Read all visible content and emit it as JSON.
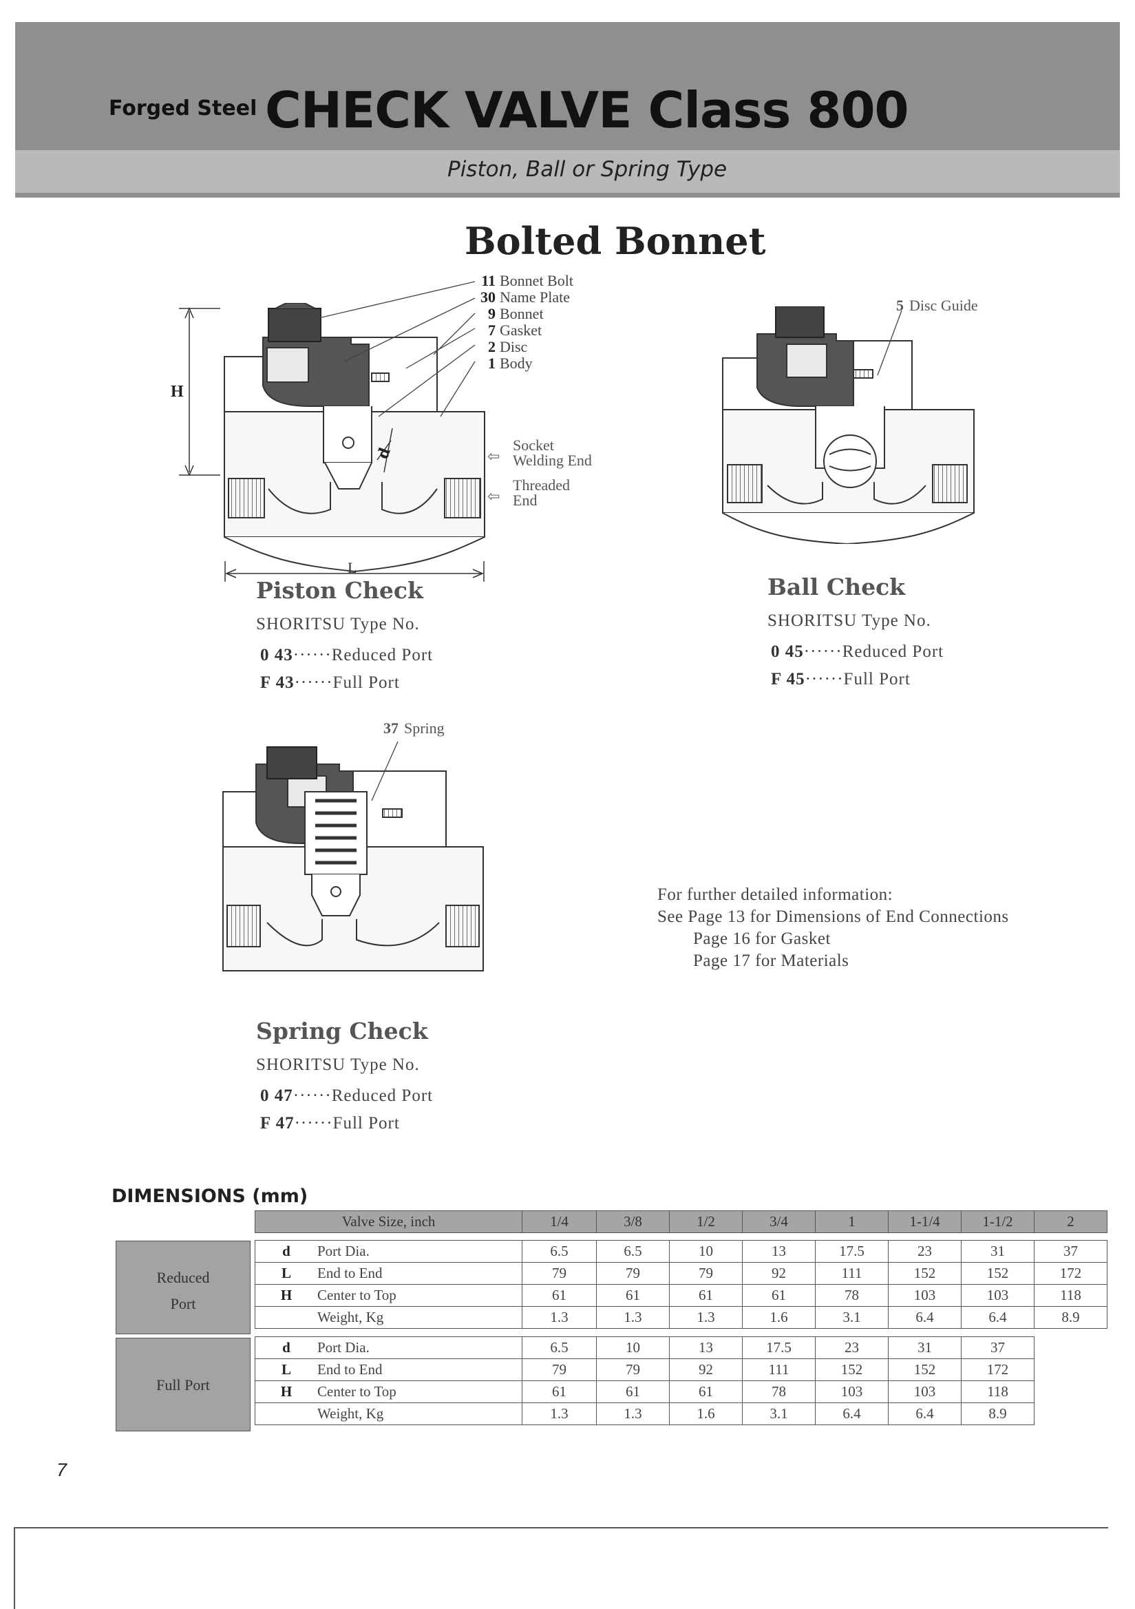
{
  "header": {
    "prefix": "Forged Steel",
    "title": "CHECK VALVE Class 800",
    "subtitle": "Piston, Ball or Spring Type"
  },
  "section_title": "Bolted Bonnet",
  "piston_callouts": [
    {
      "no": "11",
      "part": "Bonnet Bolt"
    },
    {
      "no": "30",
      "part": "Name Plate"
    },
    {
      "no": "9",
      "part": "Bonnet"
    },
    {
      "no": "7",
      "part": "Gasket"
    },
    {
      "no": "2",
      "part": "Disc"
    },
    {
      "no": "1",
      "part": "Body"
    }
  ],
  "end_labels": {
    "socket_line1": "Socket",
    "socket_line2": "Welding End",
    "threaded_line1": "Threaded",
    "threaded_line2": "End"
  },
  "dim_symbols": {
    "height": "H",
    "length": "L",
    "port": "d"
  },
  "ball_callout": {
    "no": "5",
    "part": "Disc Guide"
  },
  "spring_callout": {
    "no": "37",
    "part": "Spring"
  },
  "products": {
    "piston": {
      "title": "Piston Check",
      "type_label": "SHORITSU Type No.",
      "reduced_code": "0 43",
      "reduced_text": "······Reduced Port",
      "full_code": "F 43",
      "full_text": "······Full Port"
    },
    "ball": {
      "title": "Ball Check",
      "type_label": "SHORITSU Type No.",
      "reduced_code": "0 45",
      "reduced_text": "······Reduced Port",
      "full_code": "F 45",
      "full_text": "······Full Port"
    },
    "spring": {
      "title": "Spring Check",
      "type_label": "SHORITSU Type No.",
      "reduced_code": "0 47",
      "reduced_text": "······Reduced Port",
      "full_code": "F 47",
      "full_text": "······Full Port"
    }
  },
  "further_info": {
    "line1": "For further detailed information:",
    "line2": "See Page 13 for Dimensions of End Connections",
    "line3": "Page 16 for Gasket",
    "line4": "Page 17 for Materials"
  },
  "dimensions": {
    "title": "DIMENSIONS (mm)",
    "header_label": "Valve Size, inch",
    "sizes": [
      "1/4",
      "3/8",
      "1/2",
      "3/4",
      "1",
      "1-1/4",
      "1-1/2",
      "2"
    ],
    "rows": [
      {
        "symbol": "d",
        "name": "Port Dia."
      },
      {
        "symbol": "L",
        "name": "End to End"
      },
      {
        "symbol": "H",
        "name": "Center to Top"
      },
      {
        "symbol": "",
        "name": "Weight, Kg"
      }
    ],
    "reduced_port": {
      "label_line1": "Reduced",
      "label_line2": "Port",
      "values": [
        [
          "6.5",
          "6.5",
          "10",
          "13",
          "17.5",
          "23",
          "31",
          "37"
        ],
        [
          "79",
          "79",
          "79",
          "92",
          "111",
          "152",
          "152",
          "172"
        ],
        [
          "61",
          "61",
          "61",
          "61",
          "78",
          "103",
          "103",
          "118"
        ],
        [
          "1.3",
          "1.3",
          "1.3",
          "1.6",
          "3.1",
          "6.4",
          "6.4",
          "8.9"
        ]
      ]
    },
    "full_port": {
      "label": "Full Port",
      "values": [
        [
          "6.5",
          "10",
          "13",
          "17.5",
          "23",
          "31",
          "37"
        ],
        [
          "79",
          "79",
          "92",
          "111",
          "152",
          "152",
          "172"
        ],
        [
          "61",
          "61",
          "61",
          "78",
          "103",
          "103",
          "118"
        ],
        [
          "1.3",
          "1.3",
          "1.6",
          "3.1",
          "6.4",
          "6.4",
          "8.9"
        ]
      ]
    }
  },
  "page_number": "7"
}
